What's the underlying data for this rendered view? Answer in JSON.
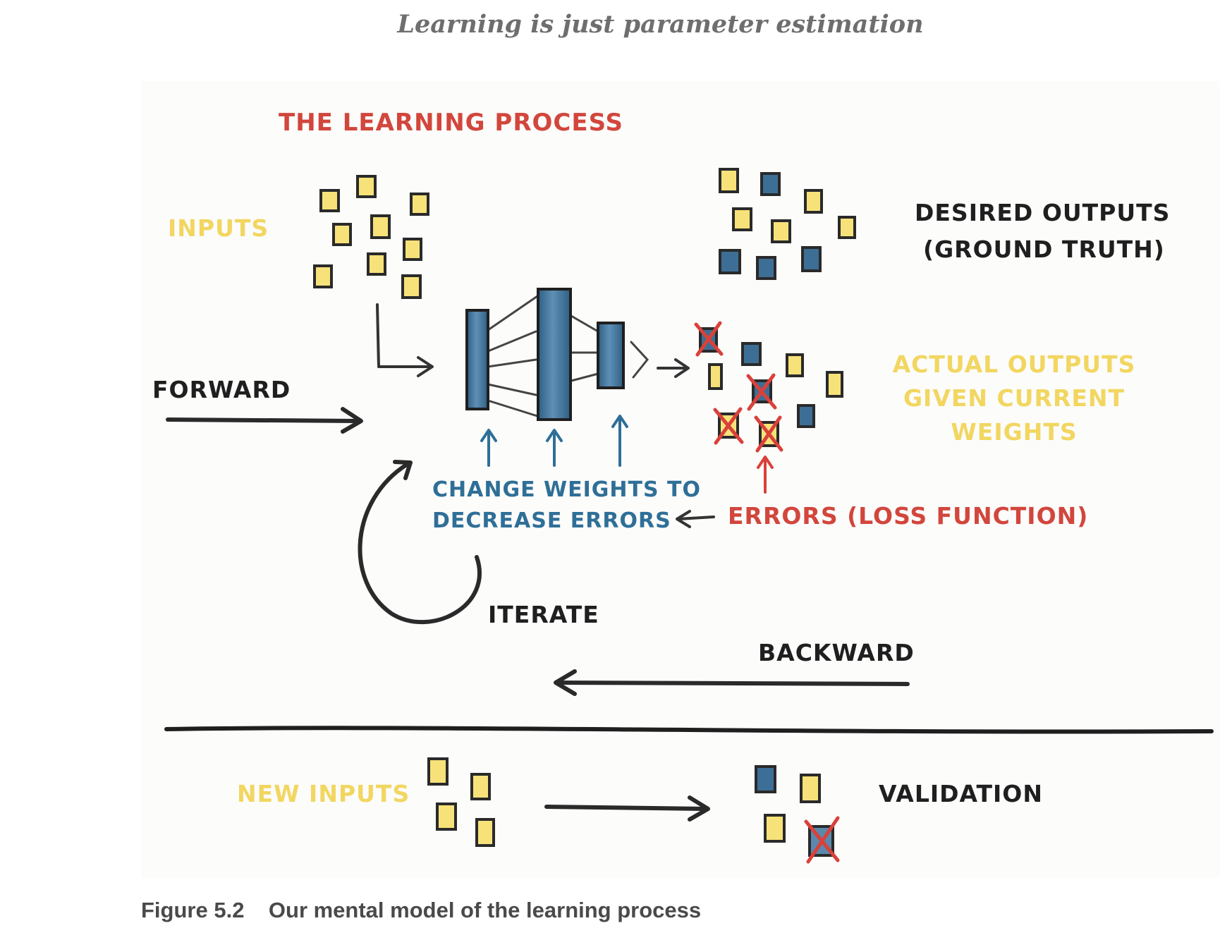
{
  "page_header": "Learning is just parameter estimation",
  "diagram": {
    "title": "THE LEARNING PROCESS",
    "inputs_label": "INPUTS",
    "desired_outputs_line1": "DESIRED OUTPUTS",
    "desired_outputs_line2": "(GROUND TRUTH)",
    "forward_label": "FORWARD",
    "actual_outputs_line1": "ACTUAL OUTPUTS",
    "actual_outputs_line2": "GIVEN CURRENT",
    "actual_outputs_line3": "WEIGHTS",
    "change_weights_line1": "CHANGE WEIGHTS TO",
    "change_weights_line2": "DECREASE ERRORS",
    "errors_label": "ERRORS (LOSS FUNCTION)",
    "iterate_label": "ITERATE",
    "backward_label": "BACKWARD",
    "new_inputs_label": "NEW INPUTS",
    "validation_label": "VALIDATION"
  },
  "caption": {
    "figure_number": "Figure 5.2",
    "text": "Our mental model of the learning process"
  },
  "colors": {
    "title_red": "#d2463c",
    "label_yellow": "#f2d660",
    "note_yellow": "#f7e27a",
    "note_blue": "#3d6f96",
    "blue_text": "#2f6f97",
    "ink": "#1f1f1f",
    "cross_red": "#d9413a"
  }
}
